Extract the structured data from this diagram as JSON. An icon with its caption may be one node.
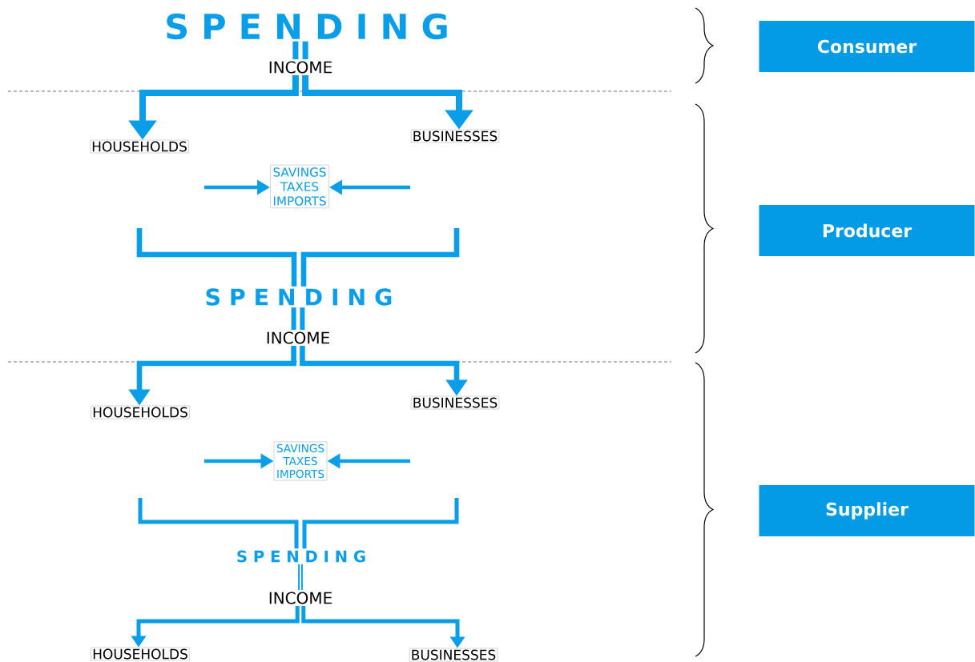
{
  "diagram": {
    "nodes": [
      {
        "text": [
          "S P E N D I N G"
        ]
      },
      {
        "text": [
          "INCOME"
        ]
      },
      {
        "text": [
          "HOUSEHOLDS"
        ]
      },
      {
        "text": [
          "BUSINESSES"
        ]
      },
      {
        "text": [
          "SAVINGS",
          "TAXES",
          "IMPORTS"
        ]
      },
      {
        "text": [
          "S P E N D I N G"
        ]
      },
      {
        "text": [
          "INCOME"
        ]
      },
      {
        "text": [
          "HOUSEHOLDS"
        ]
      },
      {
        "text": [
          "BUSINESSES"
        ]
      },
      {
        "text": [
          "SAVINGS",
          "TAXES",
          "IMPORTS"
        ]
      },
      {
        "text": [
          "S P E N D I N G"
        ]
      },
      {
        "text": [
          "INCOME"
        ]
      },
      {
        "text": [
          "HOUSEHOLDS"
        ]
      },
      {
        "text": [
          "BUSINESSES"
        ]
      },
      {
        "text": [
          "Consumer"
        ]
      },
      {
        "text": [
          "Producer"
        ]
      },
      {
        "text": [
          "Supplier"
        ]
      }
    ],
    "edges": [
      {
        "from": 0,
        "to": 1,
        "arrow": "none",
        "style": "thick"
      },
      {
        "from": 1,
        "to": 2,
        "arrow": "to"
      },
      {
        "from": 1,
        "to": 3,
        "arrow": "to"
      },
      {
        "from": null,
        "to": 4,
        "arrow": "to"
      },
      {
        "from": null,
        "to": 4,
        "arrow": "to"
      },
      {
        "from": null,
        "to": 5,
        "arrow": "none"
      },
      {
        "from": null,
        "to": 5,
        "arrow": "none"
      },
      {
        "from": 5,
        "to": 6,
        "arrow": "none",
        "style": "thick"
      },
      {
        "from": 6,
        "to": 7,
        "arrow": "to"
      },
      {
        "from": 6,
        "to": 8,
        "arrow": "to"
      },
      {
        "from": null,
        "to": 9,
        "arrow": "to"
      },
      {
        "from": null,
        "to": 9,
        "arrow": "to"
      },
      {
        "from": null,
        "to": 10,
        "arrow": "none"
      },
      {
        "from": null,
        "to": 10,
        "arrow": "none"
      },
      {
        "from": 10,
        "to": 11,
        "arrow": "none"
      },
      {
        "from": 11,
        "to": 12,
        "arrow": "to"
      },
      {
        "from": 11,
        "to": 13,
        "arrow": "to"
      }
    ]
  }
}
